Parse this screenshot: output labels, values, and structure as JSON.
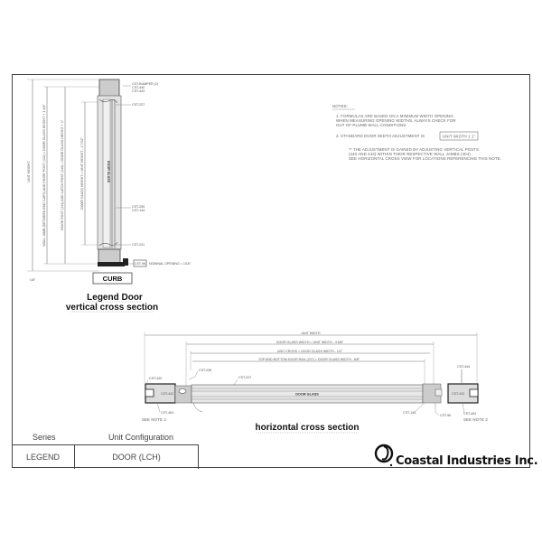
{
  "drawing": {
    "vertical_section": {
      "title_line1": "Legend Door",
      "title_line2": "vertical cross section",
      "curb_label": "CURB",
      "nominal_opening": "NOMINAL OPENING = 1/16\"",
      "parts_top": [
        "CST-BUMPER (2)",
        "CST-440",
        "CST-443"
      ],
      "part_upper": "CST-227",
      "parts_mid": [
        "CST-259",
        "CST-144"
      ],
      "part_lower": "CST-241",
      "part_sweep": "CST-96",
      "glass_label": "DOOR GLASS",
      "dim_unit_height": "UNIT HEIGHT",
      "dim_wall": "WALL JAMB (BETWEEN END CAPS) AND HINGE POST (442) = DOOR GLASS HEIGHT + 1 1/8\"",
      "dim_hinge": "HINGE POST (444) AND LATCH POST (440) = DOOR GLASS HEIGHT + 1\"",
      "dim_glass_height": "DOOR GLASS HEIGHT = UNIT HEIGHT - 2 7/32\"",
      "dim_bottom": "1/8\""
    },
    "notes": {
      "title": "NOTES:",
      "items": [
        "1.  FORMULAS ARE BASED ON A MINIMUM WIDTH OPENING. WHEN MEASURING OPENING WIDTHS, ALWAYS CHECK FOR OUT OF PLUMB WALL CONDITIONS.",
        "2.  STANDARD DOOR WIDTH ADJUSTMENT IS"
      ],
      "item1_lines": [
        "1.   FORMULAS ARE BASED ON A MINIMUM WIDTH OPENING.",
        "      WHEN MEASURING OPENING WIDTHS, ALWAYS CHECK FOR",
        "      OUT OF PLUMB WALL CONDITIONS."
      ],
      "item2_text": "2.   STANDARD DOOR WIDTH ADJUSTMENT IS",
      "item2_box": "UNIT WIDTH ± 1\"",
      "footnote_lines": [
        "** THE ADJUSTMENT IS GAINED BY ADJUSTING VERTICAL POSTS",
        "(440 AND 443) WITHIN THEIR RESPECTIVE WALL JAMBS (404).",
        "SEE HORIZONTAL CROSS VIEW FOR LOCATIONS REFERENCING THIS NOTE."
      ]
    },
    "horizontal_section": {
      "title": "horizontal cross section",
      "dim_unit_width": "UNIT WIDTH",
      "dim_glass_width": "DOOR GLASS WIDTH = UNIT WIDTH - 3 5/8\"",
      "dim_unit_cross": "UNIT CROSS = DOOR GLASS WIDTH - 1/2\"",
      "dim_rail": "TOP AND BOTTOM DOOR RAIL (227) = DOOR GLASS WIDTH - 5/8\"",
      "glass_label": "DOOR GLASS",
      "left_parts": [
        "CST-440",
        "CST-442",
        "CST-404"
      ],
      "right_parts": [
        "CST-444",
        "CST-443",
        "CST-404"
      ],
      "top_parts": [
        "CST-236",
        "CST-227"
      ],
      "bottom_parts": [
        "CST-144",
        "CST-96"
      ],
      "see_note_left": "SEE NOTE 2",
      "see_note_right": "SEE NOTE 2"
    }
  },
  "title_block": {
    "series_header": "Series",
    "config_header": "Unit Configuration",
    "series_value": "LEGEND",
    "config_value": "DOOR (LCH)",
    "company": "Coastal Industries Inc."
  }
}
